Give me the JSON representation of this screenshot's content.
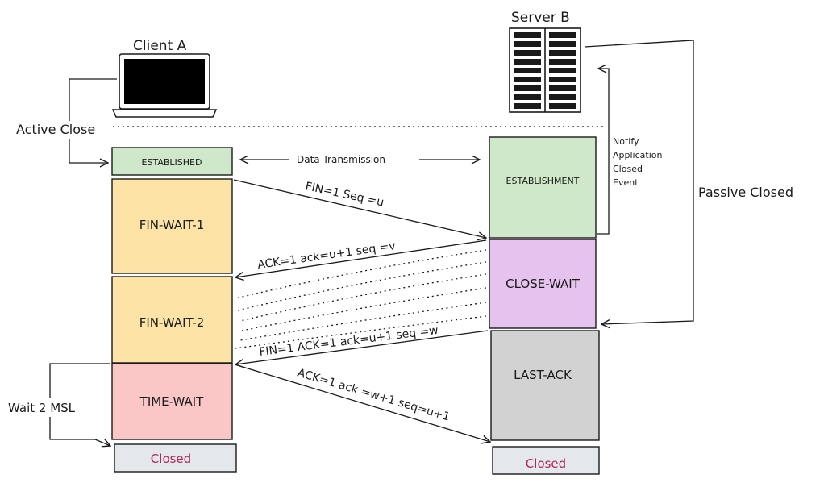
{
  "actors": {
    "client": "Client A",
    "server": "Server B"
  },
  "client_states": {
    "established": "ESTABLISHED",
    "fin_wait_1": "FIN-WAIT-1",
    "fin_wait_2": "FIN-WAIT-2",
    "time_wait": "TIME-WAIT",
    "closed": "Closed"
  },
  "server_states": {
    "establishment": "ESTABLISHMENT",
    "close_wait": "CLOSE-WAIT",
    "last_ack": "LAST-ACK",
    "closed": "Closed"
  },
  "labels": {
    "active_close": "Active Close",
    "data_transmission": "Data Transmission",
    "passive_closed": "Passive Closed",
    "wait_msl": "Wait 2 MSL",
    "notify": [
      "Notify",
      "Application",
      "Closed",
      "Event"
    ]
  },
  "messages": {
    "fin1": "FIN=1 Seq =u",
    "ack1": "ACK=1  ack=u+1 seq =v",
    "fin2": "FIN=1 ACK=1 ack=u+1 seq =w",
    "ack2": "ACK=1 ack =w+1 seq=u+1"
  },
  "colors": {
    "established": "#cfe8c9",
    "fin_wait": "#fde4a6",
    "time_wait": "#fbc6c6",
    "closed": "#e4e7ec",
    "close_wait": "#e6c3ef",
    "last_ack": "#d2d2d2",
    "closed_text": "#b0265a"
  }
}
